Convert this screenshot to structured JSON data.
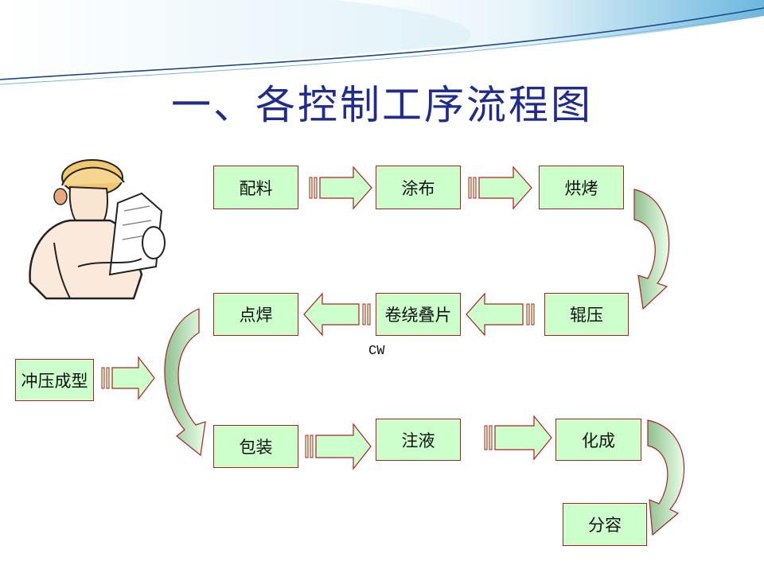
{
  "slide": {
    "title": "一、各控制工序流程图",
    "note": "CW"
  },
  "steps": {
    "peiliao": "配料",
    "tubu": "涂布",
    "hongkao": "烘烤",
    "gunya": "辊压",
    "juanrao": "卷绕叠片",
    "dianhan": "点焊",
    "chongya": "冲压成型",
    "baozhuang": "包装",
    "zhuye": "注液",
    "huacheng": "化成",
    "fenrong": "分容"
  },
  "colors": {
    "title": "#1f2c8e",
    "box_fill": "#ccffcc",
    "box_border": "#b02020",
    "arrow_fill": "#ccffcc",
    "curve_dark": "#8fbf8f",
    "curve_light": "#e8ffe8",
    "header_wave": "#8ecbe8"
  },
  "icons": {
    "worker": "worker-with-blueprints-icon"
  }
}
